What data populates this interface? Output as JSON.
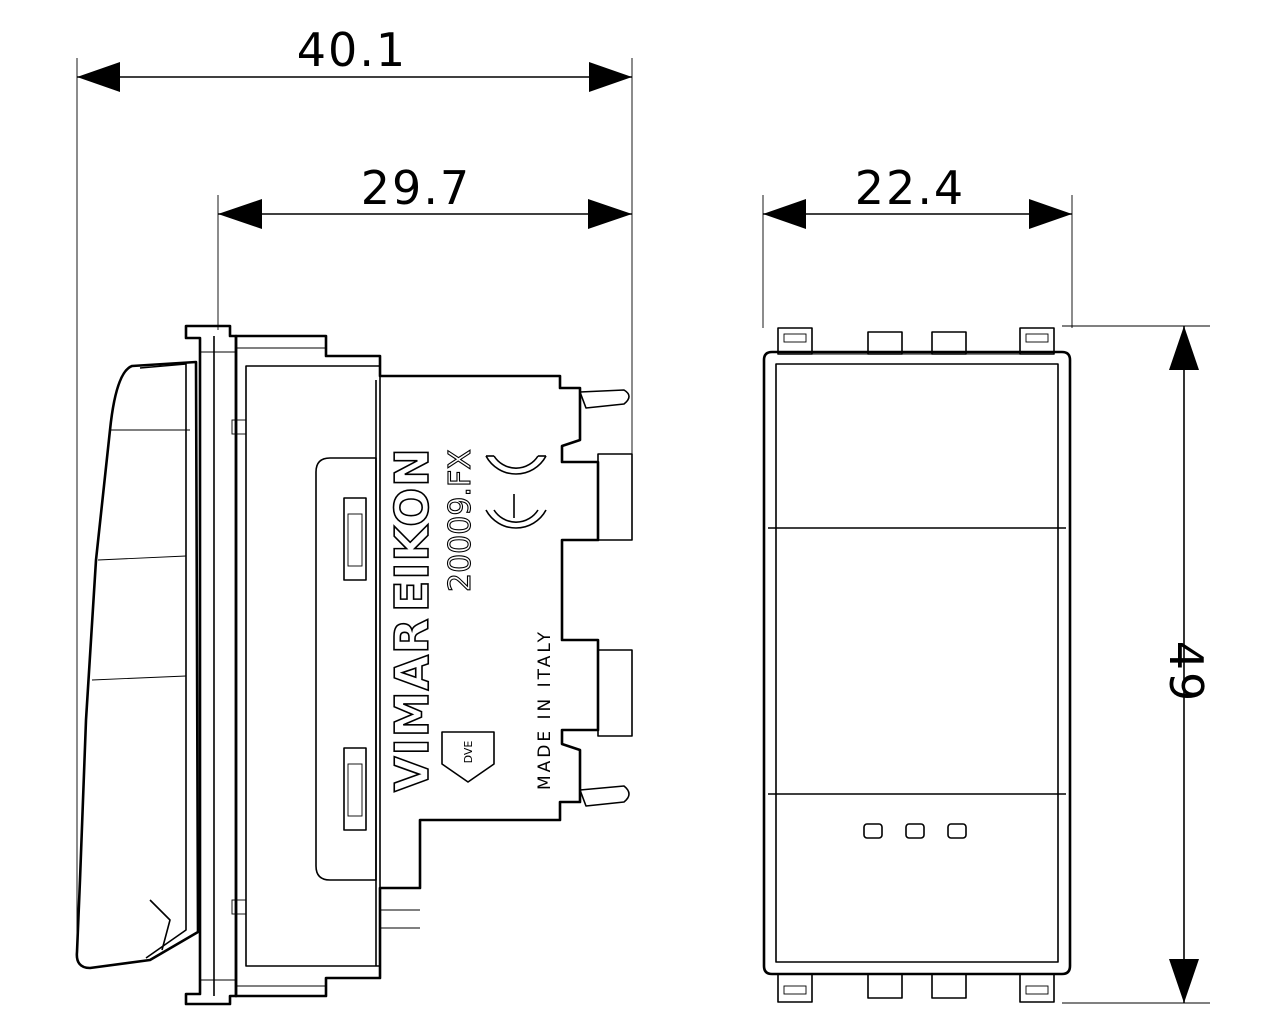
{
  "dimensions": {
    "overall_depth": "40.1",
    "body_depth": "29.7",
    "width": "22.4",
    "height": "49"
  },
  "side_view_marking": {
    "brand": "VIMAR",
    "series": "EIKON",
    "code": "20009.FX",
    "ce_mark": "CE",
    "origin": "MADE IN ITALY",
    "approval_mark": "DVE"
  }
}
